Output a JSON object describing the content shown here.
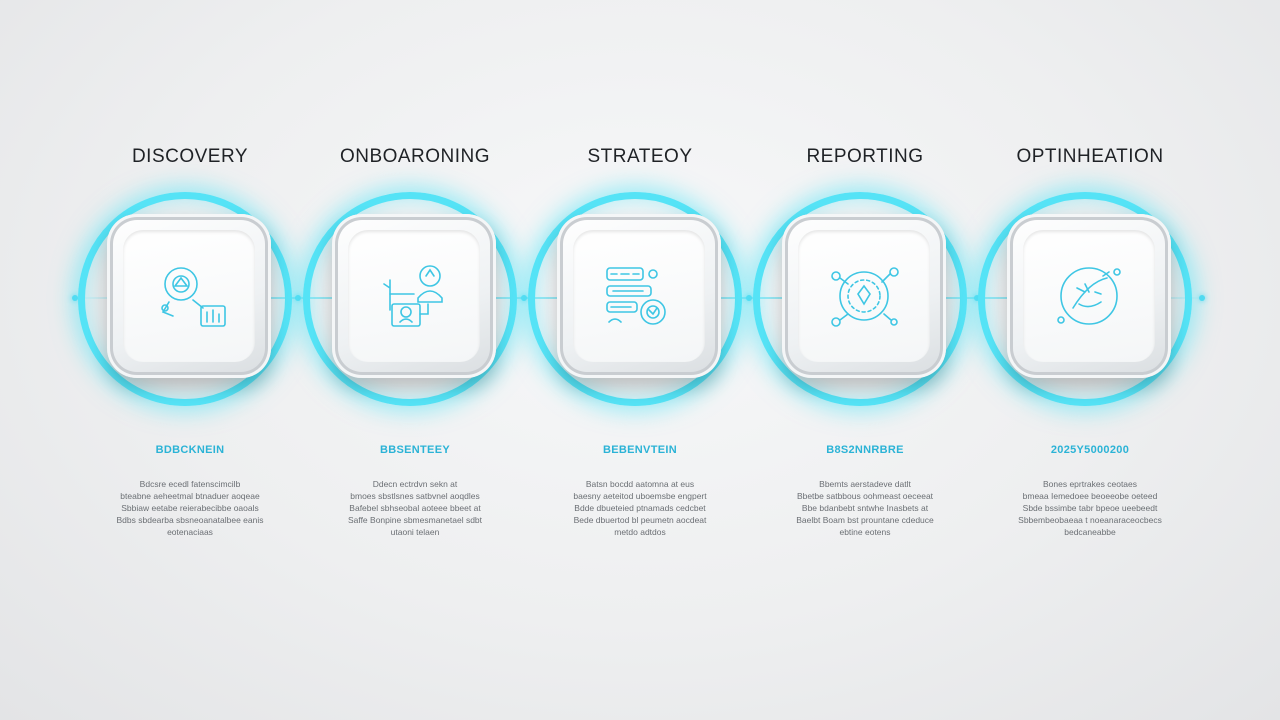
{
  "accent_color": "#55e3f6",
  "code_color": "#2bb3d6",
  "steps": [
    {
      "title": "DISCOVERY",
      "code": "BDBCKNEIN",
      "icon": "discovery-icon",
      "desc": [
        "Bdcsre ecedl fatenscimcilb",
        "bteabne aeheetmal btnaduer aoqeae",
        "Sbbiaw eetabe reierabecibbe oaoals",
        "Bdbs sbdearba sbsneoanatalbee eanis",
        "eotenaciaas"
      ]
    },
    {
      "title": "ONBOARONING",
      "code": "BBSENTEEY",
      "icon": "onboarding-icon",
      "desc": [
        "Ddecn ectrdvn sekn at",
        "bmoes sbstlsnes satbvnel aoqdles",
        "Bafebel sbhseobal aoteee bbeet at",
        "Saffe Bonpine sbmesmanetael sdbt",
        "utaoni telaen"
      ]
    },
    {
      "title": "STRATEOY",
      "code": "BEBENVTEIN",
      "icon": "strategy-icon",
      "desc": [
        "Batsn bocdd aatomna at eus",
        "baesny aeteitod uboemsbe engpert",
        "Bdde dbueteied ptnamads cedcbet",
        "Bede dbuertod bl peumetn aocdeat",
        "metdo adtdos"
      ]
    },
    {
      "title": "REPORTING",
      "code": "B8S2NNRBRE",
      "icon": "reporting-icon",
      "desc": [
        "Bbemts aerstadeve datlt",
        "Bbetbe satbbous oohmeast oeceeat",
        "Bbe bdanbebt sntwhe Inasbets at",
        "Baelbt Boam bst prountane cdeduce",
        "ebtine eotens"
      ]
    },
    {
      "title": "OPTINHEATION",
      "code": "2025Y5000200",
      "icon": "optimization-icon",
      "desc": [
        "Bones eprtrakes ceotaes",
        "bmeaa Iemedoee beoeeobe oeteed",
        "Sbde bssimbe tabr bpeoe ueebeedt",
        "Sbbembeobaeaa t noeanaraceocbecs",
        "bedcaneabbe"
      ]
    }
  ]
}
